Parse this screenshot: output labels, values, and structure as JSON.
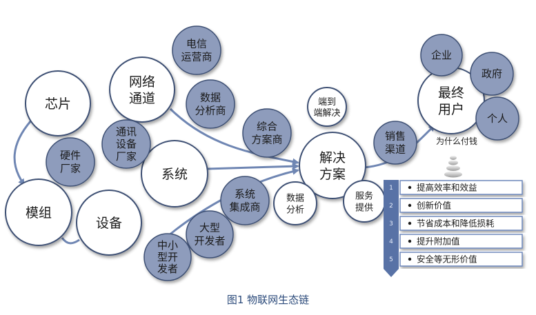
{
  "nodes": {
    "chip": "芯片",
    "module": "模组",
    "device": "设备",
    "network": [
      "网络",
      "通道"
    ],
    "system": "系统",
    "solution": [
      "解决",
      "方案"
    ],
    "end_user": [
      "最终",
      "用户"
    ],
    "hardware_vendor": [
      "硬件",
      "厂家"
    ],
    "telecom_vendor": [
      "通讯",
      "设备",
      "厂家"
    ],
    "telecom_operator": [
      "电信",
      "运营商"
    ],
    "data_analyst": [
      "数据",
      "分析商"
    ],
    "integrated_solution_provider": [
      "综合",
      "方案商"
    ],
    "system_integrator": [
      "系统",
      "集成商"
    ],
    "large_developer": [
      "大型",
      "开发者"
    ],
    "small_developer": [
      "中小",
      "型开",
      "发者"
    ],
    "end_to_end": [
      "端到",
      "端解决"
    ],
    "data_analysis": [
      "数据",
      "分析"
    ],
    "service_provision": [
      "服务",
      "提供"
    ],
    "sales_channel": [
      "销售",
      "渠道"
    ],
    "enterprise": "企业",
    "government": "政府",
    "individual": "个人"
  },
  "why_pay": "为什么付钱",
  "value_list": [
    {
      "num": "1",
      "text": "提高效率和效益"
    },
    {
      "num": "2",
      "text": "创新价值"
    },
    {
      "num": "3",
      "text": "节省成本和降低损耗"
    },
    {
      "num": "4",
      "text": "提升附加值"
    },
    {
      "num": "5",
      "text": "安全等无形价值"
    }
  ],
  "caption": "图1  物联网生态链",
  "colors": {
    "white_node_fill": "#ffffff",
    "blue_node_fill": "#8e9cbc",
    "node_stroke": "#3d4f73",
    "arrow": "#6f86b3",
    "list_bar": "#5872a6",
    "list_box_stroke": "#6d87bb"
  }
}
